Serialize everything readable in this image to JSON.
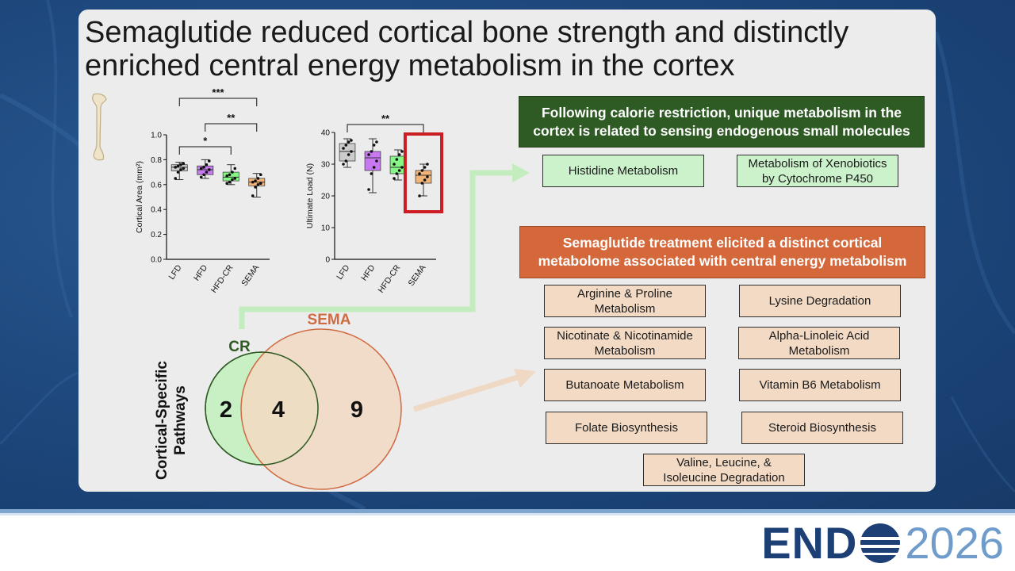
{
  "slide": {
    "title": "Semaglutide reduced cortical bone strength and distinctly enriched central energy metabolism in the cortex"
  },
  "chart_data": [
    {
      "type": "box",
      "categories": [
        "LFD",
        "HFD",
        "HFD-CR",
        "SEMA"
      ],
      "ylabel": "Cortical Area (mm²)",
      "ylim": [
        0.0,
        1.0
      ],
      "yticks": [
        "0.0",
        "0.2",
        "0.4",
        "0.6",
        "0.8",
        "1.0"
      ],
      "colors": [
        "#cccccc",
        "#c879f2",
        "#86f786",
        "#f3b47a"
      ],
      "boxes": [
        {
          "min": 0.64,
          "q1": 0.71,
          "median": 0.74,
          "q3": 0.76,
          "max": 0.78
        },
        {
          "min": 0.65,
          "q1": 0.68,
          "median": 0.72,
          "q3": 0.75,
          "max": 0.8
        },
        {
          "min": 0.6,
          "q1": 0.63,
          "median": 0.66,
          "q3": 0.7,
          "max": 0.76
        },
        {
          "min": 0.5,
          "q1": 0.59,
          "median": 0.62,
          "q3": 0.65,
          "max": 0.69
        }
      ],
      "points": [
        [
          0.65,
          0.7,
          0.72,
          0.73,
          0.74,
          0.75,
          0.76,
          0.77
        ],
        [
          0.66,
          0.68,
          0.7,
          0.72,
          0.73,
          0.74,
          0.76,
          0.79
        ],
        [
          0.61,
          0.62,
          0.64,
          0.65,
          0.67,
          0.68,
          0.7,
          0.73
        ],
        [
          0.51,
          0.58,
          0.6,
          0.61,
          0.62,
          0.63,
          0.65,
          0.68
        ]
      ],
      "significance": [
        {
          "from": 0,
          "to": 3,
          "label": "***"
        },
        {
          "from": 1,
          "to": 3,
          "label": "**"
        },
        {
          "from": 0,
          "to": 2,
          "label": "*"
        }
      ]
    },
    {
      "type": "box",
      "categories": [
        "LFD",
        "HFD",
        "HFD-CR",
        "SEMA"
      ],
      "ylabel": "Ultimate Load (N)",
      "ylim": [
        0,
        40
      ],
      "yticks": [
        "0",
        "10",
        "20",
        "30",
        "40"
      ],
      "colors": [
        "#cccccc",
        "#c879f2",
        "#86f786",
        "#f3b47a"
      ],
      "boxes": [
        {
          "min": 29,
          "q1": 31,
          "median": 34,
          "q3": 36.5,
          "max": 38
        },
        {
          "min": 21,
          "q1": 28,
          "median": 32,
          "q3": 34,
          "max": 38
        },
        {
          "min": 25,
          "q1": 27,
          "median": 29,
          "q3": 32.5,
          "max": 34.5
        },
        {
          "min": 20,
          "q1": 24,
          "median": 26.5,
          "q3": 28,
          "max": 30
        }
      ],
      "points": [
        [
          30,
          31,
          33,
          34,
          35,
          36,
          37,
          37.5
        ],
        [
          22,
          27,
          29,
          31,
          33,
          34,
          36,
          37
        ],
        [
          25.5,
          27,
          28,
          29,
          30,
          31.5,
          33,
          34
        ],
        [
          20,
          24,
          25,
          26,
          27,
          28,
          29,
          30
        ]
      ],
      "significance": [
        {
          "from": 0,
          "to": 3,
          "label": "**"
        }
      ],
      "highlight": {
        "category": "SEMA",
        "color": "#cc1c24"
      }
    }
  ],
  "venn": {
    "section_label_line1": "Cortical-Specific",
    "section_label_line2": "Pathways",
    "left_label": "CR",
    "right_label": "SEMA",
    "left_only": "2",
    "overlap": "4",
    "right_only": "9",
    "left_color": "#2e5a23",
    "right_color": "#cf6b43"
  },
  "cr_panel": {
    "header": "Following calorie restriction, unique metabolism in the cortex is related to sensing endogenous small molecules",
    "pathways": [
      {
        "line1": "Histidine Metabolism",
        "line2": ""
      },
      {
        "line1": "Metabolism of Xenobiotics",
        "line2": "by Cytochrome P450"
      }
    ]
  },
  "sema_panel": {
    "header": "Semaglutide treatment elicited a distinct cortical metabolome associated with central energy metabolism",
    "pathways": [
      {
        "line1": "Arginine & Proline",
        "line2": "Metabolism"
      },
      {
        "line1": "Lysine Degradation",
        "line2": ""
      },
      {
        "line1": "Nicotinate & Nicotinamide",
        "line2": "Metabolism"
      },
      {
        "line1": "Alpha-Linoleic Acid",
        "line2": "Metabolism"
      },
      {
        "line1": "Butanoate Metabolism",
        "line2": ""
      },
      {
        "line1": "Vitamin B6 Metabolism",
        "line2": ""
      },
      {
        "line1": "Folate Biosynthesis",
        "line2": ""
      },
      {
        "line1": "Steroid Biosynthesis",
        "line2": ""
      },
      {
        "line1": "Valine, Leucine, &",
        "line2": "Isoleucine Degradation"
      }
    ]
  },
  "footer": {
    "logo_text": "END",
    "logo_year": "2026"
  }
}
